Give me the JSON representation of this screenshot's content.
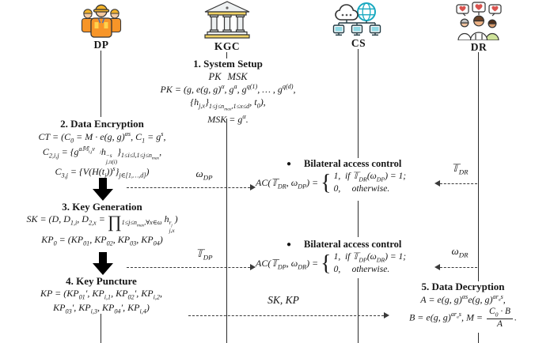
{
  "entities": [
    {
      "id": "dp",
      "label": "DP",
      "icon": "construction-workers-icon"
    },
    {
      "id": "kgc",
      "label": "KGC",
      "icon": "government-building-icon"
    },
    {
      "id": "cs",
      "label": "CS",
      "icon": "cloud-server-icon"
    },
    {
      "id": "dr",
      "label": "DR",
      "icon": "people-hearts-icon"
    }
  ],
  "steps": {
    "setup": {
      "title": "1. System Setup",
      "subtitle": "PK MSK",
      "lines": [
        "PK = (g, e(g, g)<sup>α</sup>, g<sup>a</sup>, g<sup>q(1)</sup>, … , g<sup>q(d)</sup>,",
        "{h<sub>j,x</sub>}<sub>1≤j≤n<sub>max</sub>,1≤x≤d</sub>, t<sub>0</sub>),",
        "MSK = g<sup>α</sup>."
      ]
    },
    "encryption": {
      "title": "2. Data Encryption",
      "lines": [
        "CT = (C<sub>0</sub> = M · e(g, g)<sup>αs</sup>, C<sub>1</sub> = g<sup>s</sup>,",
        "C<sub>2,i,j</sub> = {g<sup>a𝕄<sub>i,j</sub>v⃗<sub>j</sub></sup>h<span class='ss'><span>−s</span><span>j,π(i)</span></span>}<sub>1≤i≤l,1≤j≤n<sub>max</sub></sub>,",
        "C<sub>3,j</sub> = {V(H(t<sub>j</sub>))<sup>s</sup>}<sub>j∈[1,…,d]</sub>)"
      ]
    },
    "keygen": {
      "title": "3. Key Generation",
      "lines": [
        "SK = (D, D<sub>1,i</sub>, D<sub>2,x</sub> = <span class='bigop'>∏</span><sub>1≤j≤n<sub>max</sub>,∀x∈ω</sub> h<span class='ss'><span>r<sub>j</sub></span><span>j,x</span></span>)",
        "KP<sub>0</sub> = (KP<sub>01</sub>, KP<sub>02</sub>, KP<sub>03</sub>, KP<sub>04</sub>)"
      ]
    },
    "puncture": {
      "title": "4. Key Puncture",
      "lines": [
        "KP = (KP<sub>01</sub>′, KP<sub>i,1</sub>, KP<sub>02</sub>′, KP<sub>i,2</sub>,",
        "KP<sub>03</sub>′, KP<sub>i,3</sub>, KP<sub>04</sub>′, KP<sub>i,4</sub>)"
      ]
    },
    "decryption": {
      "title": "5. Data Decryption",
      "lines": [
        "A = e(g, g)<sup>αs</sup>e(g, g)<sup>ar<sub>a</sub>s</sup>,",
        "B = e(g, g)<sup>ar<sub>a</sub>s</sup>, M = <span class='frac'><span class='num'>C<sub>0</sub> · B</span><span class='den'>A</span></span>."
      ]
    }
  },
  "access_controls": [
    {
      "title": "Bilateral access control",
      "lhs": "AC(𝕋<sub>DR</sub>, ω<sub>DP</sub>) =",
      "case_true": "1, &nbsp;if 𝕋<sub>DR</sub>(ω<sub>DP</sub>) = 1;",
      "case_false": "0, &nbsp;&nbsp;&nbsp;&nbsp;otherwise."
    },
    {
      "title": "Bilateral access control",
      "lhs": "AC(𝕋<sub>DP</sub>, ω<sub>DR</sub>) =",
      "case_true": "1, &nbsp;if 𝕋<sub>DP</sub>(ω<sub>DR</sub>) = 1;",
      "case_false": "0, &nbsp;&nbsp;&nbsp;&nbsp;otherwise."
    }
  ],
  "messages": [
    {
      "id": "omega-dp",
      "label": "ω<sub>DP</sub>"
    },
    {
      "id": "t-dr",
      "label": "𝕋<sub>DR</sub>"
    },
    {
      "id": "t-dp",
      "label": "𝕋<sub>DP</sub>"
    },
    {
      "id": "omega-dr",
      "label": "ω<sub>DR</sub>"
    },
    {
      "id": "sk-kp",
      "label": "SK, KP"
    }
  ],
  "colors": {
    "text": "#161616",
    "lifeline": "#2d2d2d",
    "accent_yellow": "#f3b32a",
    "accent_orange": "#f79528",
    "accent_teal": "#18a9c0",
    "accent_red": "#d9534f"
  }
}
